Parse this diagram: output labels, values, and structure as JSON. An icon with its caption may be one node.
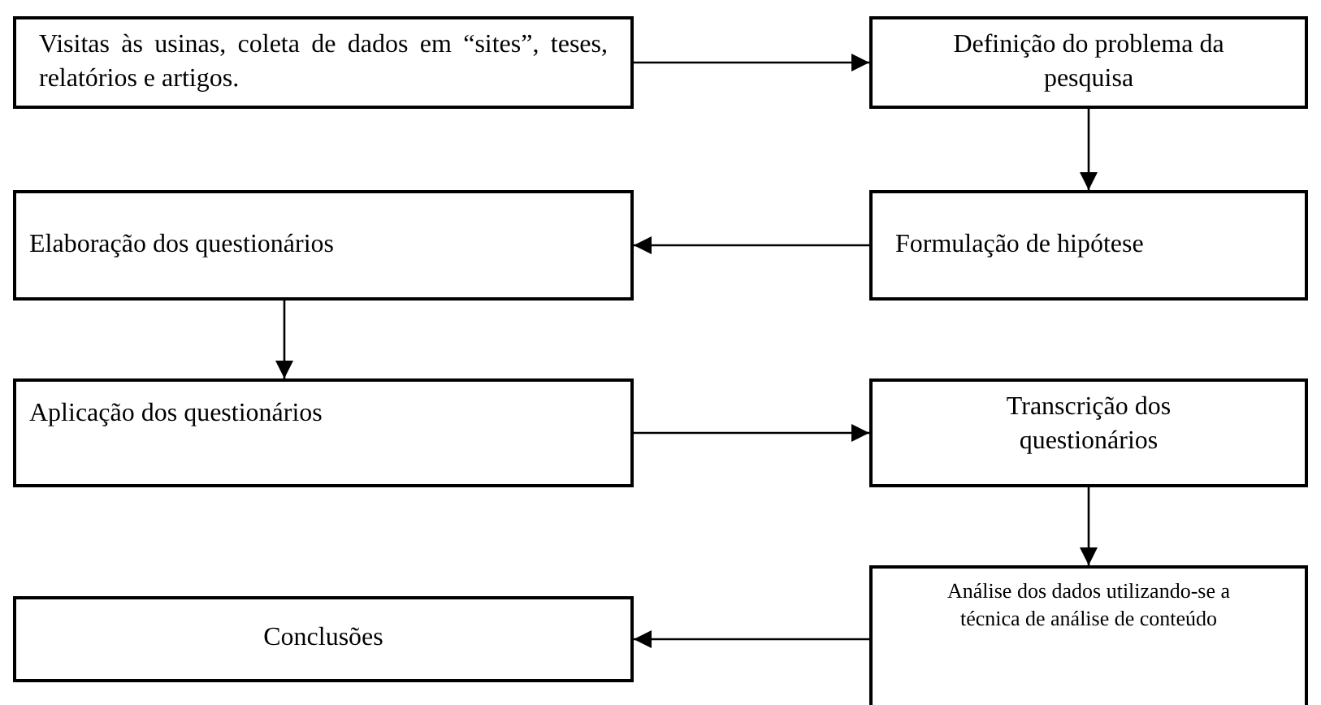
{
  "diagram": {
    "nodes": [
      {
        "text": [
          "Visitas às usinas, coleta de dados em “sites”, teses, relatórios e artigos."
        ]
      },
      {
        "text": [
          "Definição do problema da pesquisa"
        ]
      },
      {
        "text": [
          "Formulação de hipótese"
        ]
      },
      {
        "text": [
          "Elaboração dos questionários"
        ]
      },
      {
        "text": [
          "Aplicação dos questionários"
        ]
      },
      {
        "text": [
          "Transcrição dos questionários"
        ]
      },
      {
        "text": [
          "Análise dos dados utilizando-se a técnica de análise de conteúdo"
        ]
      },
      {
        "text": [
          "Conclusões"
        ]
      }
    ],
    "edges": [
      {
        "from": 0,
        "to": 1,
        "arrow": "to"
      },
      {
        "from": 1,
        "to": 2,
        "arrow": "to"
      },
      {
        "from": 2,
        "to": 3,
        "arrow": "to"
      },
      {
        "from": 3,
        "to": 4,
        "arrow": "to"
      },
      {
        "from": 4,
        "to": 5,
        "arrow": "to"
      },
      {
        "from": 5,
        "to": 6,
        "arrow": "to"
      },
      {
        "from": 6,
        "to": 7,
        "arrow": "to"
      }
    ]
  }
}
